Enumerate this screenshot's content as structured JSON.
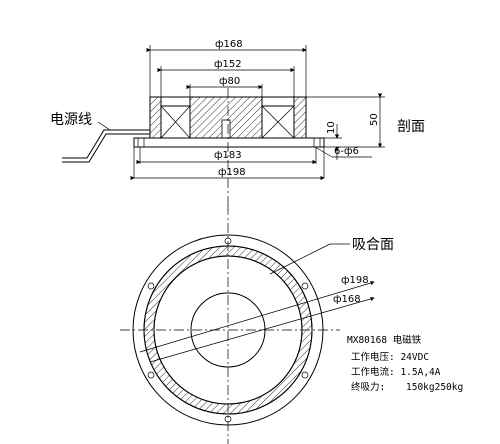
{
  "section_view": {
    "dims": {
      "d168": "ф168",
      "d152": "ф152",
      "d80": "ф80",
      "d183": "ф183",
      "d198": "ф198",
      "h50": "50",
      "h10": "10",
      "holes": "6-ф6"
    },
    "label_section": "剖面",
    "label_wire": "电源线"
  },
  "plan_view": {
    "label_face": "吸合面",
    "dims": {
      "d198": "ф198",
      "d168": "ф168"
    }
  },
  "specs": {
    "model": "MX80168 电磁铁",
    "voltage": "工作电压: 24VDC",
    "current": "工作电流: 1.5A,4A",
    "force_label": "终吸力:",
    "force_value": "150kg250kg"
  }
}
